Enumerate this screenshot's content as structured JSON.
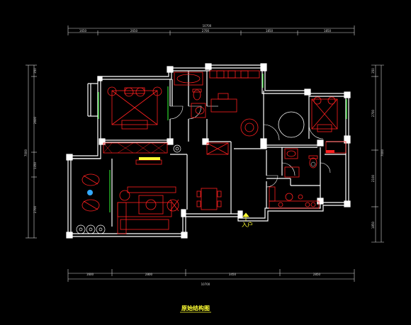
{
  "title": "原始结构图",
  "entrance_label": "入户",
  "colors": {
    "background": "#000000",
    "wall": "#ffffff",
    "furniture": "#ff2020",
    "dimension": "#d8d8d8",
    "label": "#ffff33",
    "glass": "#33ff33"
  },
  "dimensions": {
    "top_total": "10700",
    "top_segments": [
      "1650",
      "2650",
      "2700",
      "1850",
      "1850"
    ],
    "bottom_total": "10700",
    "bottom_segments": [
      "1600",
      "2800",
      "3450",
      "2850"
    ],
    "left_total": "7000",
    "left_segments": [
      "350",
      "2600",
      "1350",
      "2700"
    ],
    "right_total": "7000",
    "right_segments": [
      "350",
      "2700",
      "2100",
      "1850"
    ]
  }
}
